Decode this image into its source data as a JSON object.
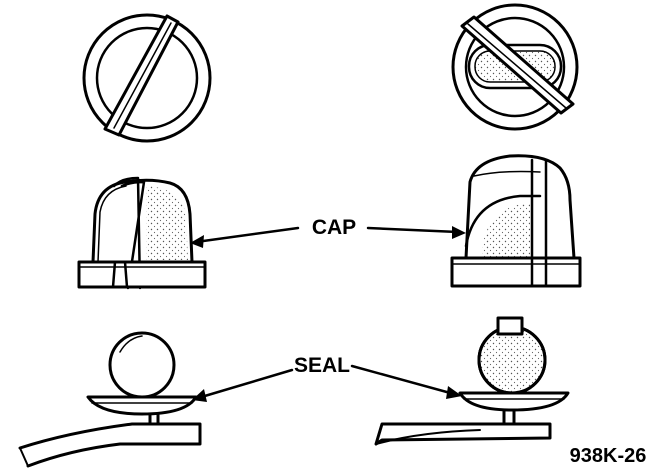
{
  "labels": {
    "cap": "CAP",
    "seal": "SEAL",
    "figure_code": "938K-26"
  },
  "colors": {
    "ink": "#000000",
    "paper": "#ffffff",
    "stipple": "#555555"
  }
}
